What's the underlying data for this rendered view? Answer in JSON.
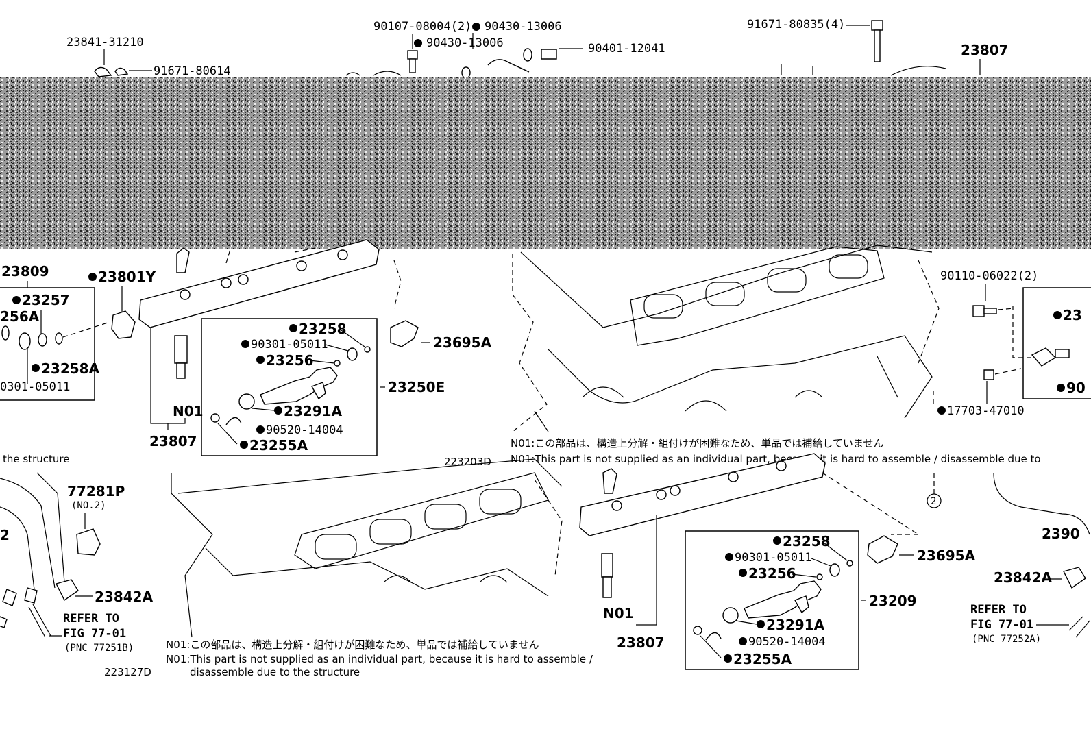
{
  "top_labels": {
    "l_23841_31210": "23841-31210",
    "l_91671_80614": "91671-80614",
    "l_90107_08004": "90107-08004(2)",
    "l_90430_13006_a": "90430-13006",
    "l_90430_13006_b": "90430-13006",
    "l_90401_12041": "90401-12041",
    "l_91671_80835": "91671-80835(4)",
    "l_23807_top": "23807"
  },
  "left_section": {
    "l_23809": "23809",
    "l_23801Y": "23801Y",
    "l_23257": "23257",
    "l_256A": "256A",
    "l_23258A": "23258A",
    "l_0301_05011": "0301-05011",
    "l_23807": "23807",
    "l_N01": "N01",
    "l_23695A": "23695A",
    "l_23250E": "23250E",
    "box": {
      "l_23258": "23258",
      "l_90301_05011": "90301-05011",
      "l_23256": "23256",
      "l_23291A": "23291A",
      "l_90520_14004": "90520-14004",
      "l_23255A": "23255A"
    },
    "the_structure": "the structure",
    "code_223203D": "223203D"
  },
  "right_top": {
    "l_90110_06022": "90110-06022(2)",
    "l_23_partial": "23",
    "l_90_partial": "90",
    "l_17703_47010": "17703-47010"
  },
  "note_mid": {
    "jp": "N01:この部品は、構造上分解・組付けが困難なため、単品では補給していません",
    "en": "N01:This part is not supplied as an individual part, because it is hard to assemble / disassemble due to"
  },
  "lower_left": {
    "l_77281P": "77281P",
    "l_no2": "(NO.2)",
    "l_2": "2",
    "l_23842A": "23842A",
    "refer_to": "REFER TO",
    "fig": "FIG 77-01",
    "pnc": "(PNC 77251B)",
    "code_223127D": "223127D"
  },
  "note_bottom": {
    "jp": "N01:この部品は、構造上分解・組付けが困難なため、単品では補給していません",
    "en1": "N01:This part is not supplied as an individual part, because it is hard to assemble /",
    "en2": "disassemble due to the structure"
  },
  "lower_right": {
    "l_N01": "N01",
    "l_23807": "23807",
    "l_23695A": "23695A",
    "l_23209": "23209",
    "circle_2": "2",
    "l_2390": "2390",
    "l_23842A": "23842A",
    "refer_to": "REFER TO",
    "fig": "FIG 77-01",
    "pnc": "(PNC 77252A)",
    "box": {
      "l_23258": "23258",
      "l_90301_05011": "90301-05011",
      "l_23256": "23256",
      "l_23291A": "23291A",
      "l_90520_14004": "90520-14004",
      "l_23255A": "23255A"
    }
  },
  "icons": [
    "bullet-dot",
    "fuel-injector",
    "fuel-rail",
    "o-ring",
    "clip",
    "sensor",
    "bolt"
  ]
}
